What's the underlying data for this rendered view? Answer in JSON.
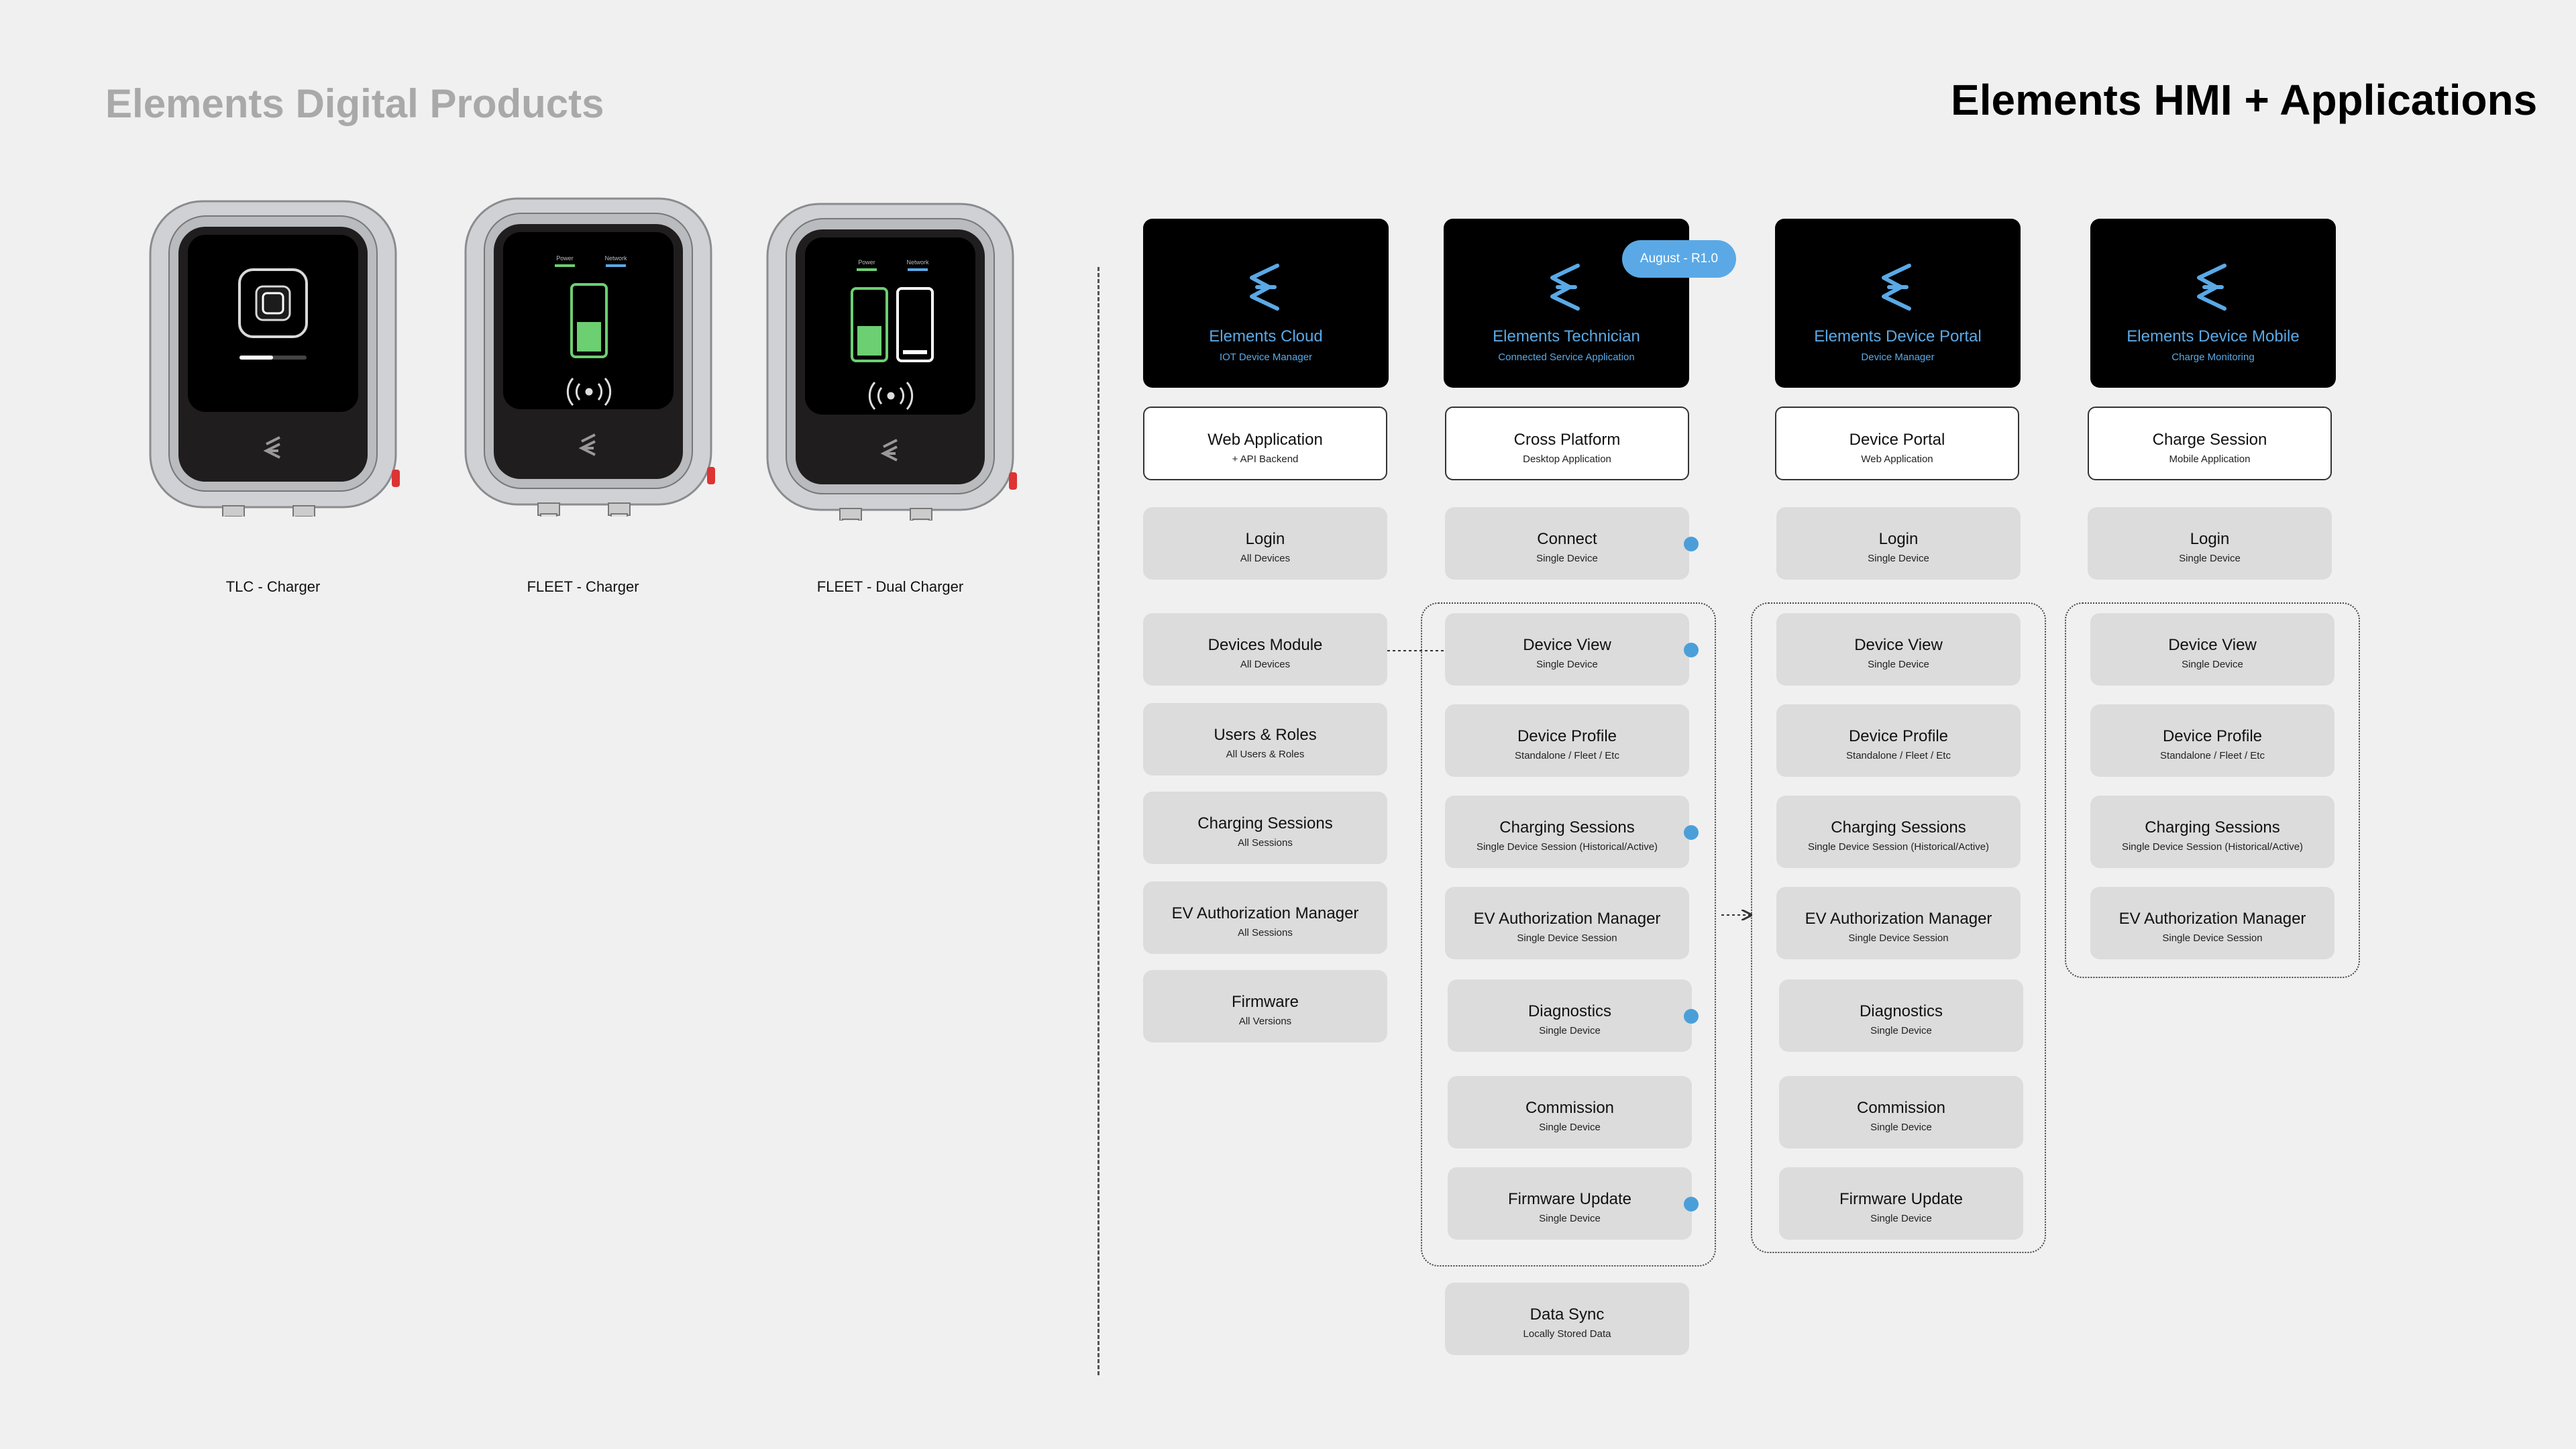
{
  "titles": {
    "left": "Elements Digital Products",
    "right": "Elements HMI + Applications"
  },
  "chargers": [
    {
      "label": "TLC - Charger",
      "type": "single-button"
    },
    {
      "label": "FLEET - Charger",
      "type": "single-battery",
      "indicators": [
        "Power",
        "Network"
      ]
    },
    {
      "label": "FLEET - Dual Charger",
      "type": "dual-battery",
      "indicators": [
        "Power",
        "Network"
      ]
    }
  ],
  "colors": {
    "background": "#f0f0f0",
    "accent_blue": "#5aa9e6",
    "charge_green": "#6ccf72",
    "header_black": "#000000",
    "module_grey": "#dcdcdc"
  },
  "columns": [
    {
      "header": {
        "name": "Elements Cloud",
        "sub": "IOT Device Manager"
      },
      "platform": {
        "title": "Web Application",
        "sub": "+ API Backend"
      },
      "modules": [
        {
          "title": "Login",
          "sub": "All Devices"
        },
        {
          "title": "Devices Module",
          "sub": "All Devices"
        },
        {
          "title": "Users & Roles",
          "sub": "All Users & Roles"
        },
        {
          "title": "Charging Sessions",
          "sub": "All  Sessions"
        },
        {
          "title": "EV Authorization Manager",
          "sub": "All  Sessions"
        },
        {
          "title": "Firmware",
          "sub": "All Versions"
        }
      ]
    },
    {
      "header": {
        "name": "Elements Technician",
        "sub": "Connected Service Application"
      },
      "badge": "August - R1.0",
      "platform": {
        "title": "Cross Platform",
        "sub": "Desktop Application"
      },
      "modules": [
        {
          "title": "Connect",
          "sub": "Single Device",
          "release_dot": true
        },
        {
          "title": "Device View",
          "sub": "Single Device",
          "release_dot": true
        },
        {
          "title": "Device Profile",
          "sub": "Standalone / Fleet / Etc"
        },
        {
          "title": "Charging Sessions",
          "sub": "Single Device Session (Historical/Active)",
          "release_dot": true
        },
        {
          "title": "EV Authorization Manager",
          "sub": "Single Device Session"
        },
        {
          "title": "Diagnostics",
          "sub": "Single Device",
          "release_dot": true
        },
        {
          "title": "Commission",
          "sub": "Single Device"
        },
        {
          "title": "Firmware Update",
          "sub": "Single Device",
          "release_dot": true
        },
        {
          "title": "Data Sync",
          "sub": "Locally Stored Data"
        }
      ]
    },
    {
      "header": {
        "name": "Elements Device Portal",
        "sub": "Device Manager"
      },
      "platform": {
        "title": "Device Portal",
        "sub": "Web Application"
      },
      "modules": [
        {
          "title": "Login",
          "sub": "Single Device"
        },
        {
          "title": "Device View",
          "sub": "Single Device"
        },
        {
          "title": "Device Profile",
          "sub": "Standalone / Fleet / Etc"
        },
        {
          "title": "Charging Sessions",
          "sub": "Single Device Session (Historical/Active)"
        },
        {
          "title": "EV Authorization Manager",
          "sub": "Single Device Session"
        },
        {
          "title": "Diagnostics",
          "sub": "Single Device"
        },
        {
          "title": "Commission",
          "sub": "Single Device"
        },
        {
          "title": "Firmware Update",
          "sub": "Single Device"
        }
      ]
    },
    {
      "header": {
        "name": "Elements Device Mobile",
        "sub": "Charge Monitoring"
      },
      "platform": {
        "title": "Charge Session",
        "sub": "Mobile Application"
      },
      "modules": [
        {
          "title": "Login",
          "sub": "Single Device"
        },
        {
          "title": "Device View",
          "sub": "Single Device"
        },
        {
          "title": "Device Profile",
          "sub": "Standalone / Fleet / Etc"
        },
        {
          "title": "Charging Sessions",
          "sub": "Single Device Session (Historical/Active)"
        },
        {
          "title": "EV Authorization Manager",
          "sub": "Single Device Session"
        }
      ]
    }
  ]
}
